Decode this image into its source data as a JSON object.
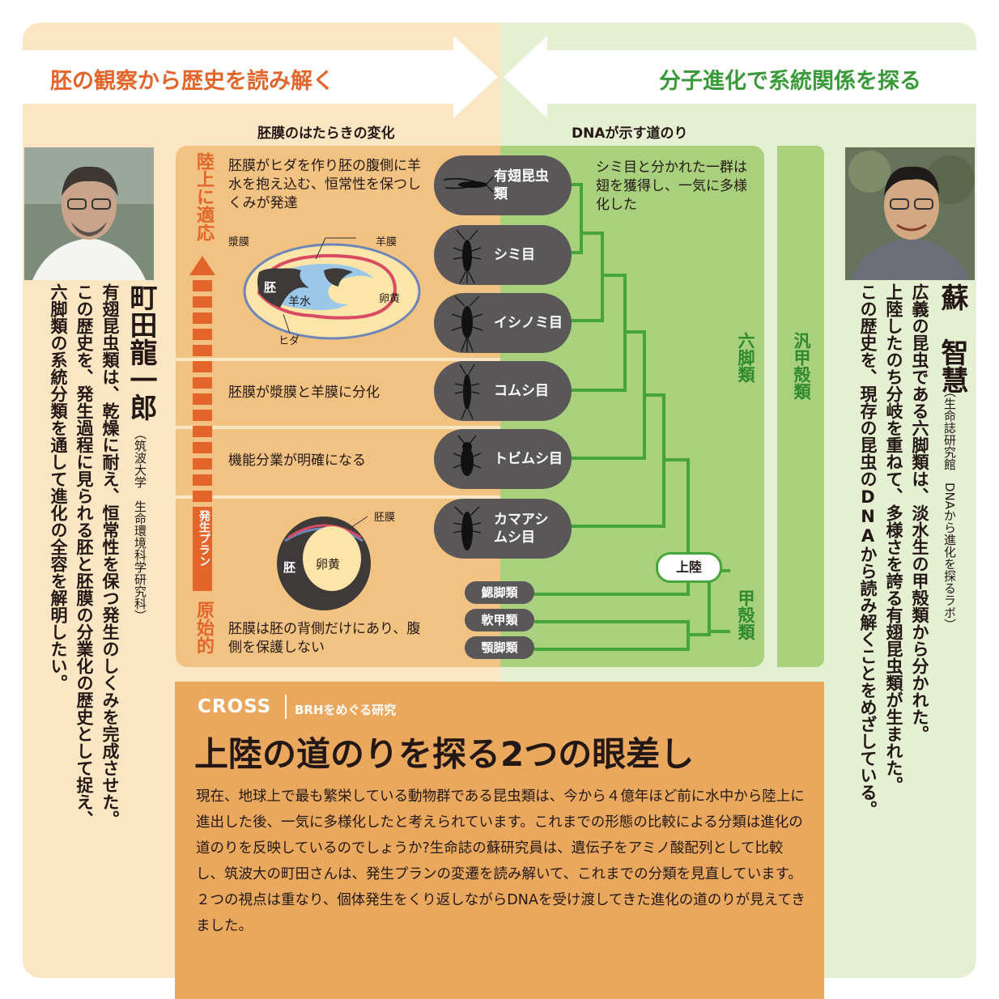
{
  "colors": {
    "left_bg": "#fbe6c4",
    "right_bg": "#e5efd2",
    "left_accent": "#e2662b",
    "right_accent": "#3a9a3a",
    "panel_orange": "#f2c282",
    "panel_green": "#a9d07c",
    "pill_gray": "#595757",
    "cross_orange": "#eaa85f"
  },
  "header": {
    "left_title": "胚の観察から歴史を読み解く",
    "right_title": "分子進化で系統関係を探る"
  },
  "subheads": {
    "left": "胚膜のはたらきの変化",
    "right": "DNAが示す道のり"
  },
  "left_person": {
    "name": "町田龍一郎",
    "affiliation": "（筑波大学　生命環境科学研究科）",
    "statement": [
      "有翅昆虫類は、乾燥に耐え、恒常性を保つ発生のしくみを完成させた。",
      "この歴史を、発生過程に見られる胚と胚膜の分業化の歴史として捉え、",
      "六脚類の系統分類を通して進化の全容を解明したい。"
    ]
  },
  "right_person": {
    "name": "蘇　智慧",
    "affiliation": "（生命誌研究館　DNAから進化を探るラボ）",
    "statement": [
      "広義の昆虫である六脚類は、淡水生の甲殻類から分かれた。",
      "上陸したのち分岐を重ねて、多様さを誇る有翅昆虫類が生まれた。",
      "この歴史を、現存の昆虫のDNAから読み解くことをめざしている。"
    ]
  },
  "axis": {
    "top": "陸上に適応",
    "middle": "発生プラン",
    "bottom": "原始的"
  },
  "stages": [
    "胚膜がヒダを作り胚の腹側に羊水を抱え込む、恒常性を保つしくみが発達",
    "胚膜が漿膜と羊膜に分化",
    "機能分業が明確になる",
    "胚膜は胚の背側だけにあり、腹側を保護しない"
  ],
  "embryo_top_labels": {
    "serosa": "漿膜",
    "amnion": "羊膜",
    "embryo": "胚",
    "amniotic_fluid": "羊水",
    "yolk": "卵黄",
    "fold": "ヒダ"
  },
  "embryo_bottom_labels": {
    "membrane": "胚膜",
    "embryo": "胚",
    "yolk": "卵黄"
  },
  "taxa": [
    {
      "label": "有翅昆虫類",
      "icon": "winged-insect-icon"
    },
    {
      "label": "シミ目",
      "icon": "silverfish-icon"
    },
    {
      "label": "イシノミ目",
      "icon": "bristletail-icon"
    },
    {
      "label": "コムシ目",
      "icon": "dipluran-icon"
    },
    {
      "label": "トビムシ目",
      "icon": "springtail-icon"
    },
    {
      "label": "カマアシムシ目",
      "icon": "proturan-icon"
    }
  ],
  "crustaceans": [
    "鰓脚類",
    "軟甲類",
    "顎脚類"
  ],
  "tree_labels": {
    "annotation": "シミ目と分かれた一群は翅を獲得し、一気に多様化した",
    "hexapoda": "六脚類",
    "pancrustacea": "汎甲殻類",
    "crustacea": "甲殻類",
    "landing": "上陸"
  },
  "cross": {
    "tag": "CROSS",
    "subtitle": "BRHをめぐる研究",
    "title": "上陸の道のりを探る2つの眼差し",
    "body": "現在、地球上で最も繁栄している動物群である昆虫類は、今から４億年ほど前に水中から陸上に進出した後、一気に多様化したと考えられています。これまでの形態の比較による分類は進化の道のりを反映しているのでしょうか?生命誌の蘇研究員は、遺伝子をアミノ酸配列として比較し、筑波大の町田さんは、発生プランの変遷を読み解いて、これまでの分類を見直しています。２つの視点は重なり、個体発生をくり返しながらDNAを受け渡してきた進化の道のりが見えてきました。"
  }
}
